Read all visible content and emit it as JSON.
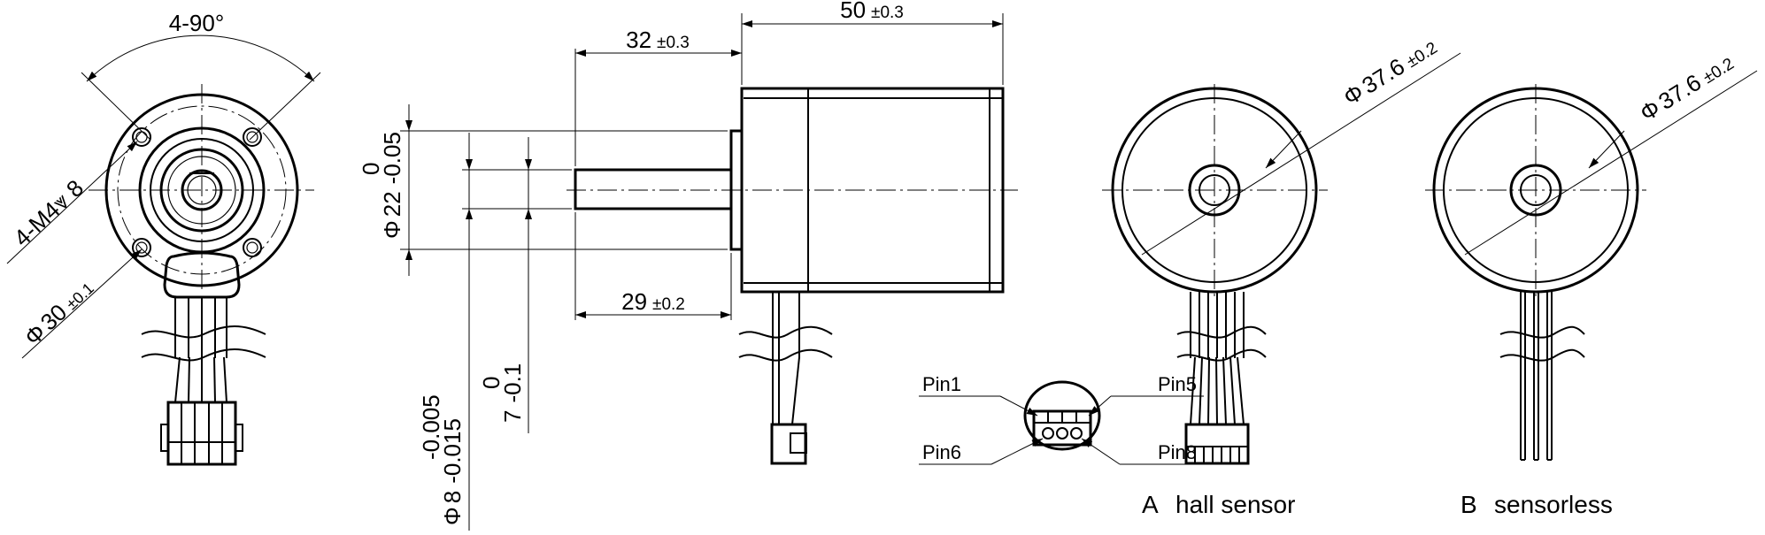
{
  "front_view": {
    "angle_label": "4-90°",
    "thread_label": "4-M4⩔ 8",
    "pcd_symbol": "Φ",
    "pcd_value": "30",
    "pcd_tol": "±0.1"
  },
  "side_view": {
    "length_overall_value": "50",
    "length_overall_tol": "±0.3",
    "shaft_length_value": "32",
    "shaft_length_tol": "±0.3",
    "shaft_flat_value": "29",
    "shaft_flat_tol": "±0.2",
    "pilot_symbol": "Φ",
    "pilot_value": "22",
    "pilot_tol_upper": "0",
    "pilot_tol_lower": "-0.05",
    "flat_value": "7",
    "flat_tol_upper": "0",
    "flat_tol_lower": "-0.1",
    "shaft_symbol": "Φ",
    "shaft_value": "8",
    "shaft_tol_upper": "-0.005",
    "shaft_tol_lower": "-0.015"
  },
  "connector": {
    "pin_top_left": "Pin1",
    "pin_top_right": "Pin5",
    "pin_bottom_left": "Pin6",
    "pin_bottom_right": "Pin8"
  },
  "rear_views": [
    {
      "diameter_symbol": "Φ",
      "diameter_value": "37.6",
      "diameter_tol": "±0.2",
      "letter": "A",
      "caption": "hall sensor"
    },
    {
      "diameter_symbol": "Φ",
      "diameter_value": "37.6",
      "diameter_tol": "±0.2",
      "letter": "B",
      "caption": "sensorless"
    }
  ]
}
